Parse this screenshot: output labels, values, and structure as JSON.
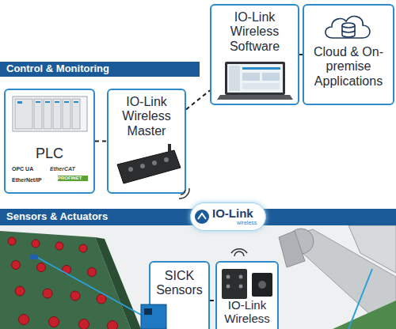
{
  "diagram": {
    "nodes": [
      {
        "text": [
          "IO-Link Wireless Software"
        ]
      },
      {
        "text": [
          "Cloud & On-premise Applications"
        ]
      },
      {
        "text": [
          "Control & Monitoring"
        ]
      },
      {
        "text": [
          "PLC",
          "OPC UA",
          "EtherCAT",
          "EtherNet/IP",
          "PROFINET"
        ]
      },
      {
        "text": [
          "IO-Link Wireless Master"
        ]
      },
      {
        "text": [
          "Sensors & Actuators"
        ]
      },
      {
        "text": [
          "IO-Link",
          "wireless"
        ],
        "in": 5
      },
      {
        "text": [
          "SICK Sensors"
        ]
      },
      {
        "text": [
          "IO-Link Wireless"
        ]
      }
    ],
    "edges": [
      {
        "from": 3,
        "to": 4,
        "arrow": "none"
      },
      {
        "from": 4,
        "to": 0,
        "arrow": "none"
      },
      {
        "from": 0,
        "to": 1,
        "arrow": "none"
      },
      {
        "from": 7,
        "to": 8,
        "arrow": "none"
      }
    ]
  }
}
